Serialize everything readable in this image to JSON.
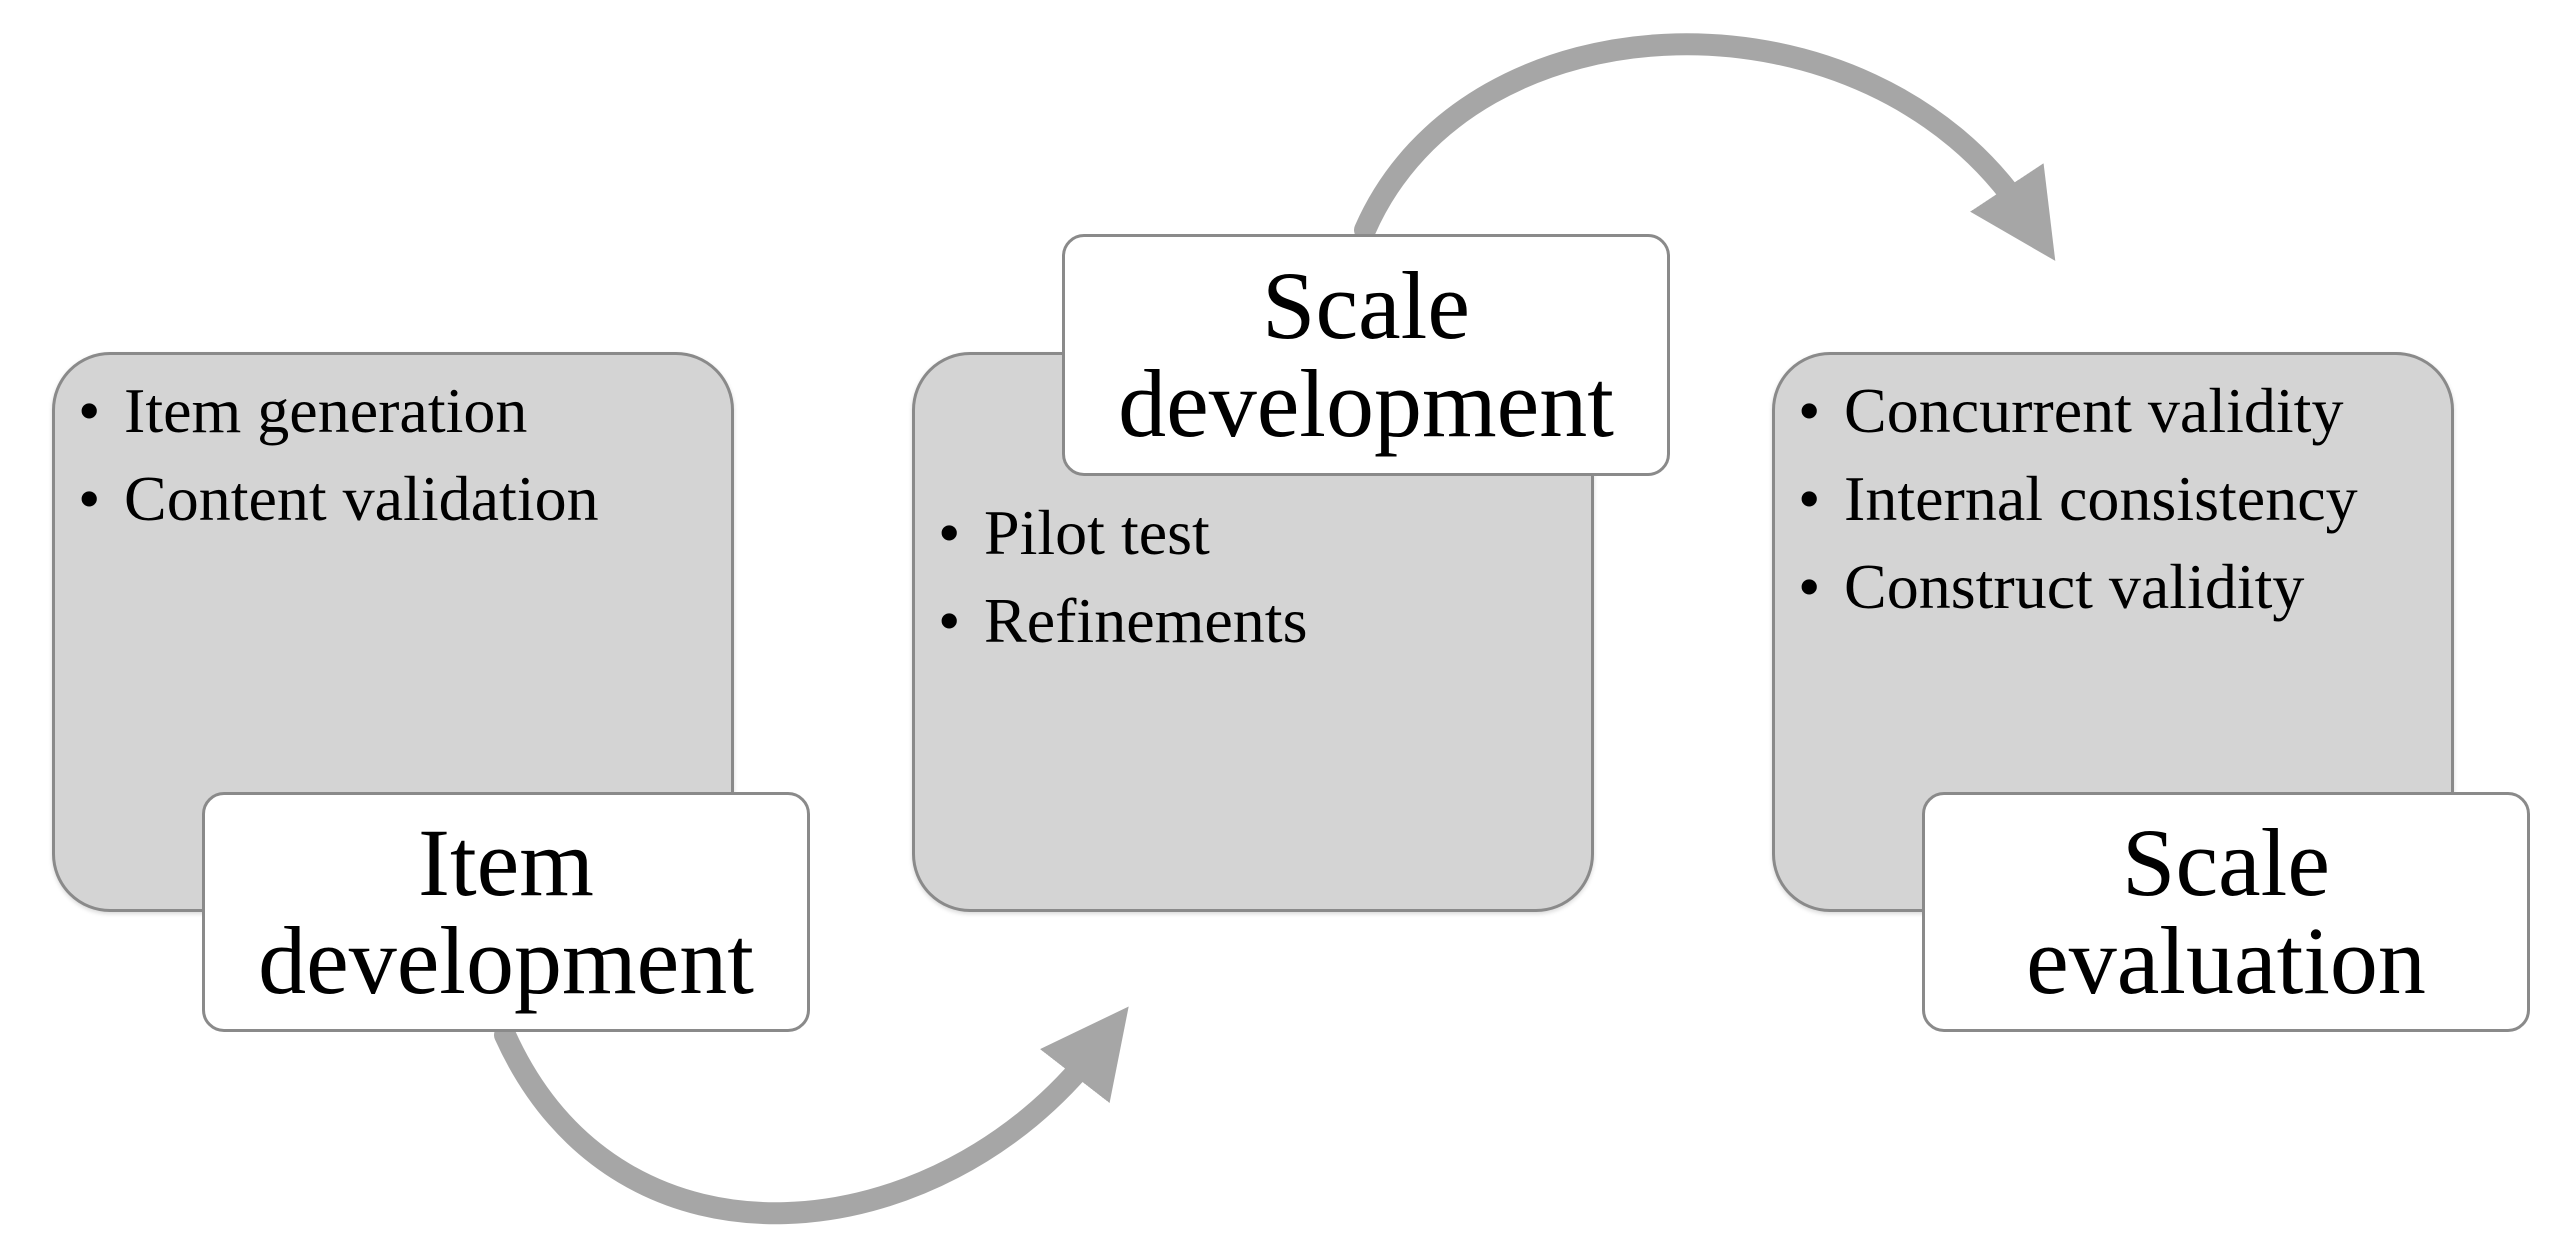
{
  "stages": [
    {
      "title_line1": "Item",
      "title_line2": "development",
      "bullets": [
        "Item generation",
        "Content validation"
      ]
    },
    {
      "title_line1": "Scale",
      "title_line2": "development",
      "bullets": [
        "Pilot test",
        "Refinements"
      ]
    },
    {
      "title_line1": "Scale",
      "title_line2": "evaluation",
      "bullets": [
        "Concurrent validity",
        "Internal consistency",
        "Construct validity"
      ]
    }
  ],
  "colors": {
    "box_fill": "#d4d4d4",
    "border": "#8a8a8a",
    "arrow": "#a6a6a6",
    "label_fill": "#ffffff"
  }
}
